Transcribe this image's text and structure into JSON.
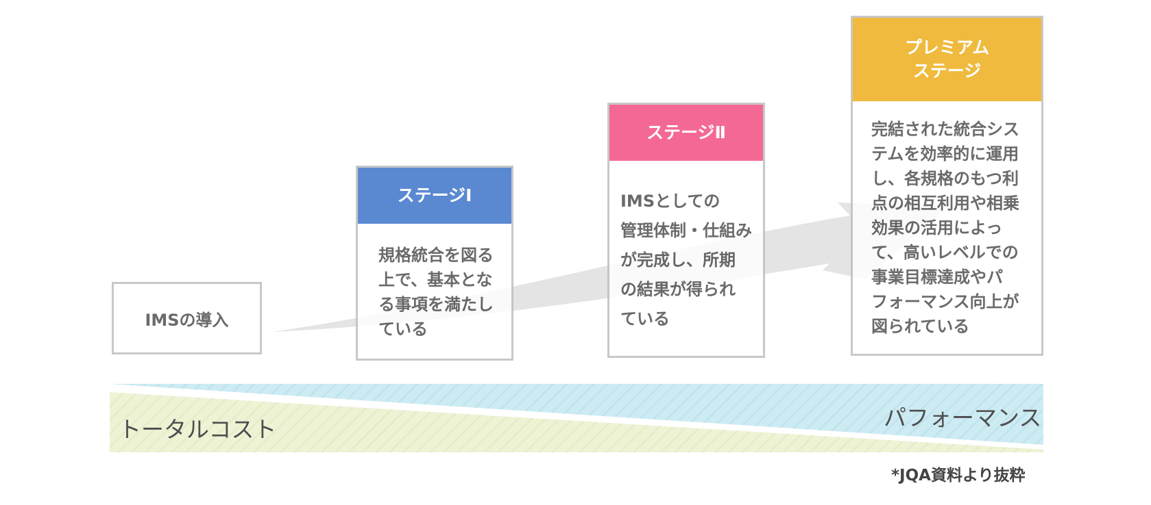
{
  "colors": {
    "stage1": "#3670c8",
    "stage2": "#f2497d",
    "premium": "#ecac13",
    "performance_band": "#cdebf2",
    "cost_band": "#eef3d6",
    "arrow": "#e4e4e4",
    "box_border": "#bdbdbd"
  },
  "intro": {
    "label": "IMSの導入"
  },
  "stage1": {
    "title": "ステージⅠ",
    "body": "規格統合を図る\n上で、基本とな\nる事項を満たし\nている"
  },
  "stage2": {
    "title": "ステージⅡ",
    "body": "IMSとしての\n管理体制・仕組み\nが完成し、所期\nの結果が得られ\nている"
  },
  "premium": {
    "title": "プレミアム\nステージ",
    "body": "完結された統合シス\nテムを効率的に運用\nし、各規格のもつ利\n点の相互利用や相乗\n効果の活用によっ\nて、高いレベルでの\n事業目標達成やパ\nフォーマンス向上が\n図られている"
  },
  "bands": {
    "total_cost": "トータルコスト",
    "performance": "パフォーマンス"
  },
  "source_note": "*JQA資料より抜粋"
}
